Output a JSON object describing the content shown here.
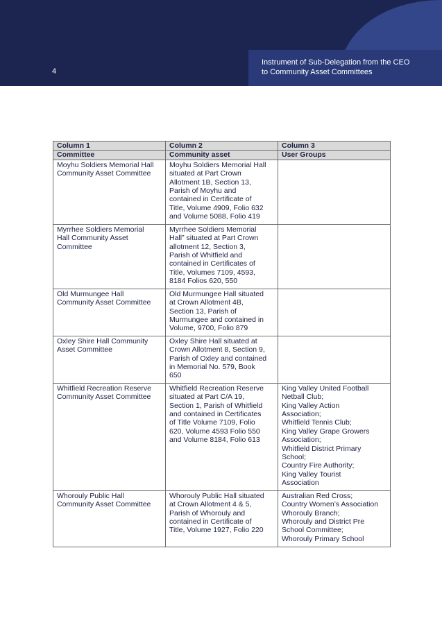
{
  "header": {
    "page_number": "4",
    "title_line1": "Instrument of Sub-Delegation from the CEO",
    "title_line2": "to Community Asset Committees",
    "colors": {
      "banner_dark": "#1c2550",
      "banner_light": "#33468a",
      "text": "#1a1f44"
    }
  },
  "table": {
    "columns": [
      {
        "name": "Column 1",
        "label": "Committee"
      },
      {
        "name": "Column 2",
        "label": "Community asset"
      },
      {
        "name": "Column 3",
        "label": "User Groups"
      }
    ],
    "rows": [
      {
        "committee": "Moyhu Soldiers Memorial Hall\nCommunity Asset Committee",
        "asset": "Moyhu Soldiers Memorial Hall\nsituated at Part Crown\nAllotment 1B, Section 13,\nParish of Moyhu and\ncontained in Certificate of\nTitle, Volume 4909, Folio 632\nand Volume 5088, Folio 419",
        "users": ""
      },
      {
        "committee": "Myrrhee Soldiers Memorial\nHall Community Asset\nCommittee",
        "asset": "Myrrhee Soldiers Memorial\nHall” situated at Part Crown\nallotment 12, Section 3,\nParish of Whitfield and\ncontained in Certificates of\nTitle, Volumes 7109, 4593,\n8184 Folios 620, 550",
        "users": ""
      },
      {
        "committee": "Old Murmungee Hall\nCommunity Asset Committee",
        "asset": "Old Murmungee Hall situated\nat Crown Allotment 4B,\nSection 13, Parish of\nMurmungee and contained in\nVolume, 9700, Folio 879",
        "users": ""
      },
      {
        "committee": "Oxley Shire Hall Community\nAsset Committee",
        "asset": "Oxley Shire Hall situated at\nCrown Allotment 8, Section 9,\nParish of Oxley and contained\nin Memorial No. 579, Book\n650",
        "users": ""
      },
      {
        "committee": "Whitfield Recreation Reserve\nCommunity Asset Committee",
        "asset": "Whitfield Recreation Reserve\nsituated at Part C/A 19,\nSection 1, Parish of Whitfield\nand contained in Certificates\nof Title Volume 7109, Folio\n620, Volume 4593 Folio 550\nand Volume 8184, Folio 613",
        "users": "King Valley United Football\nNetball Club;\nKing Valley Action\nAssociation;\nWhitfield Tennis Club;\nKing Valley Grape Growers\nAssociation;\nWhitfield District Primary\nSchool;\nCountry Fire Authority;\nKing Valley Tourist\nAssociation"
      },
      {
        "committee": "Whorouly Public Hall\nCommunity Asset Committee",
        "asset": "Whorouly Public Hall situated\nat Crown Allotment 4 & 5,\nParish of Whorouly and\ncontained in Certificate of\nTitle, Volume 1927, Folio 220",
        "users": "Australian Red Cross;\nCountry Women’s Association\nWhorouly Branch;\nWhorouly and District Pre\nSchool Committee;\nWhorouly Primary School"
      }
    ]
  }
}
